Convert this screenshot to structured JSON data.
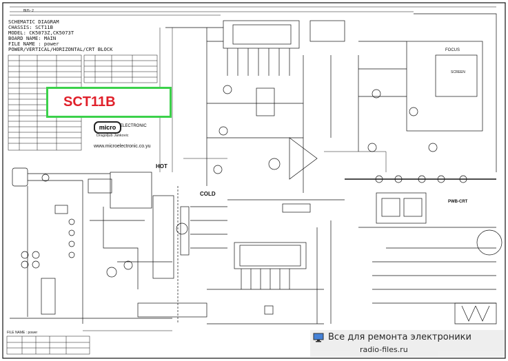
{
  "header": {
    "lines": [
      "SCHEMATIC DIAGRAM",
      "CHASSIS: SCT11B",
      "MODEL: CK5073Z,CK5073T",
      "BOARD NAME: MAIN",
      "FILE NAME : power",
      "POWER/VERTICAL/HORIZONTAL/CRT BLOCK"
    ],
    "bus_label": "BUS-2"
  },
  "badge": {
    "text": "SCT11B",
    "border_color": "#3bd14a",
    "text_color": "#e0202a"
  },
  "logo": {
    "mark": "micro",
    "sub": "ELECTRONIC",
    "lines": [
      "Dragoljub Jankovic"
    ],
    "url": "www.microelectronic.co.yu"
  },
  "labels": {
    "hot": "HOT",
    "cold": "COLD",
    "focus": "FOCUS",
    "screen": "SCREEN",
    "pwb_crt": "PWB-CRT",
    "file_name": "FILE NAME : power"
  },
  "banner": {
    "line1": "Все для ремонта электроники",
    "line2": "radio-files.ru",
    "icon": "monitor-icon"
  }
}
